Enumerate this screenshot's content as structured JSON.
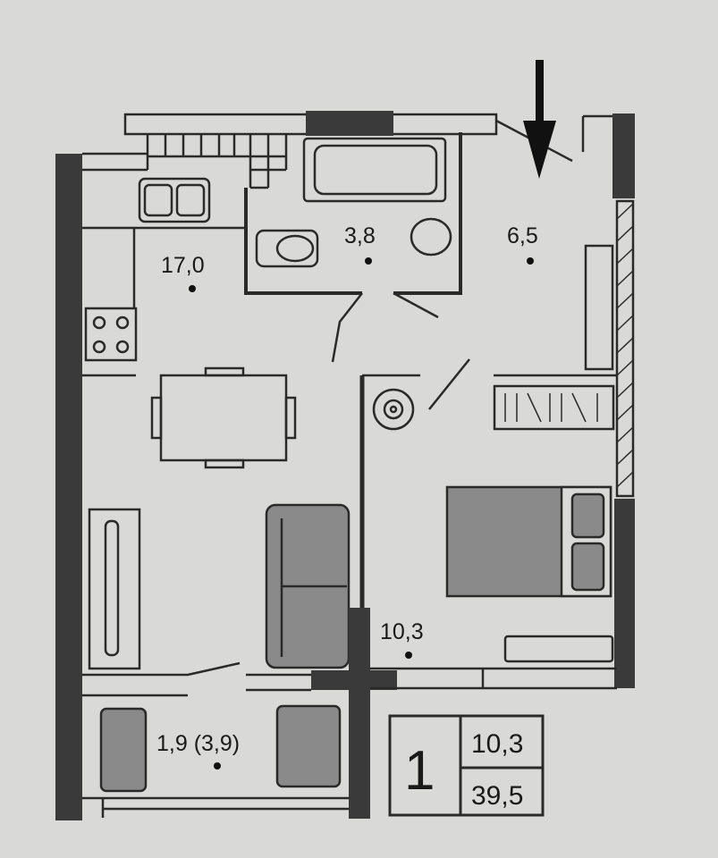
{
  "rooms": {
    "kitchen_living": {
      "area": "17,0"
    },
    "bathroom": {
      "area": "3,8"
    },
    "hallway": {
      "area": "6,5"
    },
    "bedroom": {
      "area": "10,3"
    },
    "balcony": {
      "area": "1,9 (3,9)"
    }
  },
  "summary": {
    "rooms_count": "1",
    "living_area": "10,3",
    "total_area": "39,5"
  },
  "colors": {
    "wall": "#3a3a3a",
    "line": "#2a2a2a",
    "background": "#d9d9d7",
    "furniture": "#8a8a8a"
  },
  "icons": {
    "entrance": "entrance-arrow-icon"
  }
}
